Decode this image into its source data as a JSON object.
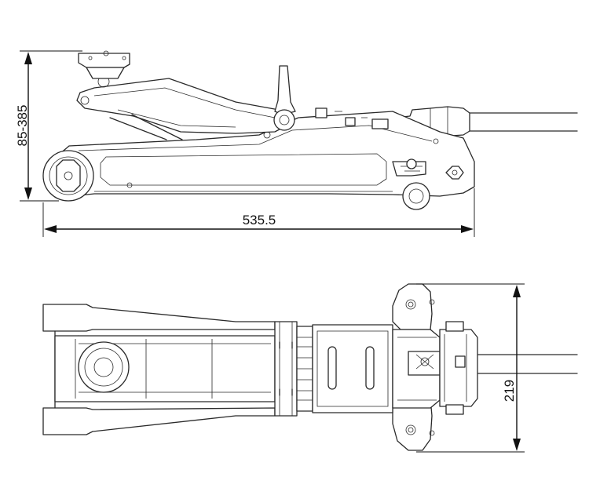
{
  "dimensions": {
    "height_range": "85-385",
    "length": "535.5",
    "width": "219"
  }
}
